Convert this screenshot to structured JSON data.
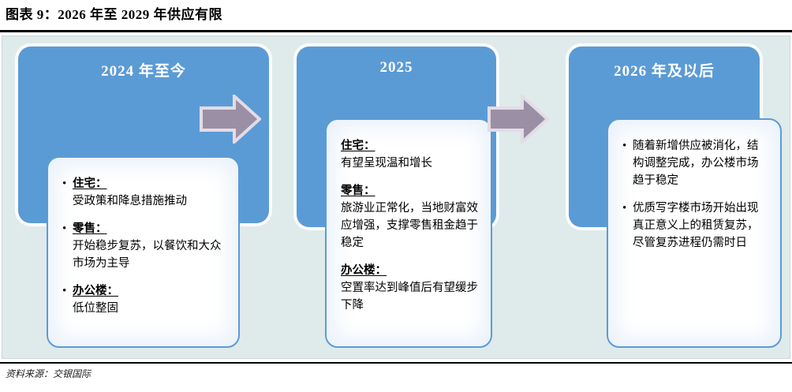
{
  "title": "图表 9：2026 年至 2029 年供应有限",
  "source_note": "资料来源：交银国际",
  "colors": {
    "blue": "#5B9BD5",
    "arrow": "#9B8FA5",
    "background": "#DFEAEB",
    "card": "#FFFFFF"
  },
  "arrows": [
    {
      "name": "arrow-1",
      "icon": "right-arrow-icon"
    },
    {
      "name": "arrow-2",
      "icon": "right-arrow-icon"
    }
  ],
  "panels": [
    {
      "header": "2024 年至今",
      "bulleted": true,
      "blocks": [
        {
          "head": "住宅：",
          "text": "受政策和降息措施推动"
        },
        {
          "head": "零售：",
          "text": "开始稳步复苏，以餐饮和大众市场为主导"
        },
        {
          "head": "办公楼：",
          "text": "低位整固"
        }
      ]
    },
    {
      "header": "2025",
      "bulleted": false,
      "blocks": [
        {
          "head": "住宅：",
          "text": "有望呈现温和增长"
        },
        {
          "head": "零售：",
          "text": "旅游业正常化，当地财富效应增强，支撑零售租金趋于稳定"
        },
        {
          "head": "办公楼：",
          "text": "空置率达到峰值后有望缓步下降"
        }
      ]
    },
    {
      "header": "2026 年及以后",
      "bulleted": true,
      "blocks": [
        {
          "head": "",
          "text": "随着新增供应被消化，结构调整完成，办公楼市场趋于稳定"
        },
        {
          "head": "",
          "text": "优质写字楼市场开始出现真正意义上的租赁复苏，尽管复苏进程仍需时日"
        }
      ]
    }
  ]
}
